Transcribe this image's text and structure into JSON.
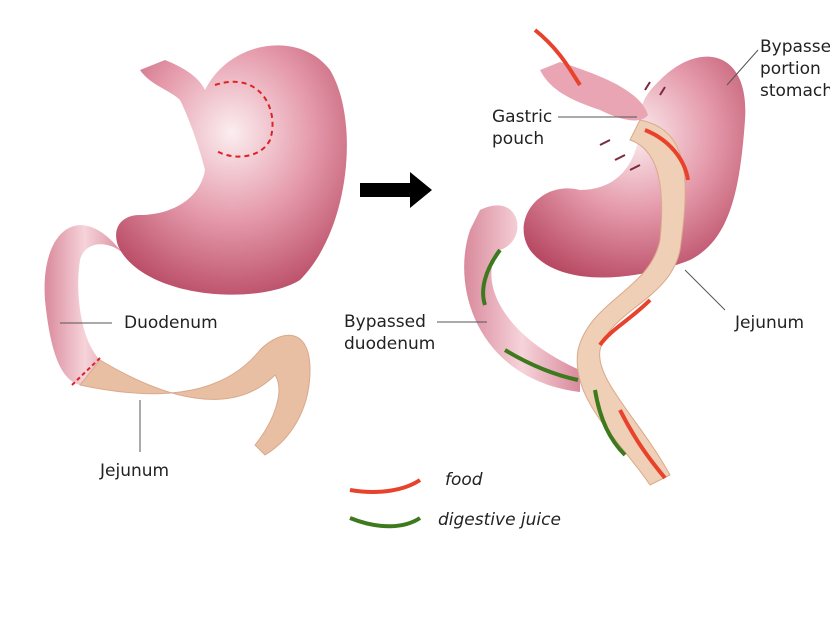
{
  "before": {
    "labels": {
      "duodenum": "Duodenum",
      "jejunum": "Jejunum"
    }
  },
  "after": {
    "labels": {
      "gastric_pouch": [
        "Gastric",
        "pouch"
      ],
      "bypassed_stomach": [
        "Bypassed",
        "portion",
        "stomach"
      ],
      "bypassed_duodenum": [
        "Bypassed",
        "duodenum"
      ],
      "jejunum": "Jejunum"
    }
  },
  "legend": {
    "food": "food",
    "digestive_juice": "digestive juice"
  },
  "colors": {
    "stomach": "#c75a72",
    "intestine": "#e8bfa3",
    "food_arrow": "#e8412c",
    "juice_arrow": "#3d7a1e",
    "arrow": "#000000"
  }
}
